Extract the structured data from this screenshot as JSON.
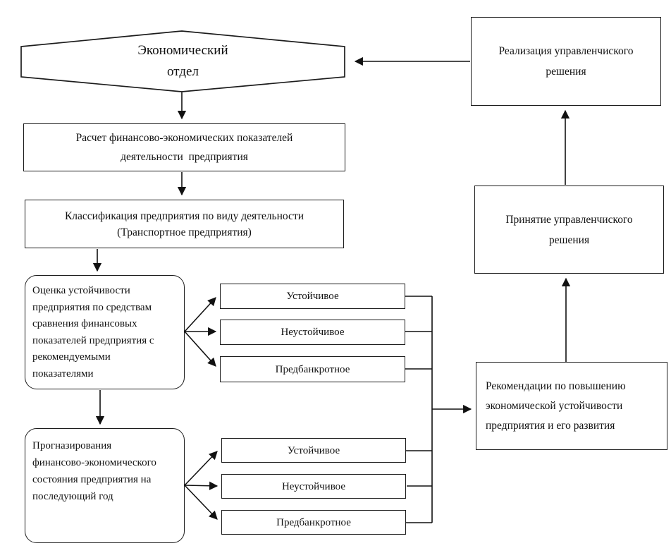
{
  "diagram": {
    "title_node": {
      "lines": [
        "Экономический",
        "отдел"
      ]
    },
    "nodes": {
      "calc": {
        "lines": [
          "Расчет финансово-экономических показателей",
          "деятельности  предприятия"
        ]
      },
      "classify": {
        "lines": [
          "Классификация предприятия по виду деятельности",
          "(Транспортное предприятия)"
        ]
      },
      "assess": {
        "lines": [
          "Оценка устойчивости",
          "предприятия по средствам",
          "сравнения финансовых",
          "показателей предприятия с",
          "рекомендуемыми",
          "показателями"
        ]
      },
      "forecast": {
        "lines": [
          "Прогназирования",
          "финансово-экономического",
          "состояния предприятия на",
          "последующий год"
        ]
      },
      "recommend": {
        "lines": [
          "Рекомендации по повышению",
          "экономической устойчивости",
          "предприятия и его развития"
        ]
      },
      "decision": {
        "lines": [
          "Принятие управленчиского",
          "решения"
        ]
      },
      "implement": {
        "lines": [
          "Реализация управленчиского",
          "решения"
        ]
      }
    },
    "status_top": [
      "Устойчивое",
      "Неустойчивое",
      "Предбанкротное"
    ],
    "status_bottom": [
      "Устойчивое",
      "Неустойчивое",
      "Предбанкротное"
    ],
    "edges": [
      {
        "from": "economic-dept",
        "to": "calc"
      },
      {
        "from": "calc",
        "to": "classify"
      },
      {
        "from": "classify",
        "to": "assess"
      },
      {
        "from": "assess",
        "to": "forecast"
      },
      {
        "from": "assess",
        "to": "status-top-1|status-top-2|status-top-3"
      },
      {
        "from": "forecast",
        "to": "status-bottom-1|status-bottom-2|status-bottom-3"
      },
      {
        "from": "all-status-boxes",
        "to": "recommend"
      },
      {
        "from": "recommend",
        "to": "decision"
      },
      {
        "from": "decision",
        "to": "implement"
      },
      {
        "from": "implement",
        "to": "economic-dept"
      }
    ],
    "colors": {
      "stroke": "#1c1c1c",
      "background": "#ffffff",
      "text": "#111111"
    }
  }
}
